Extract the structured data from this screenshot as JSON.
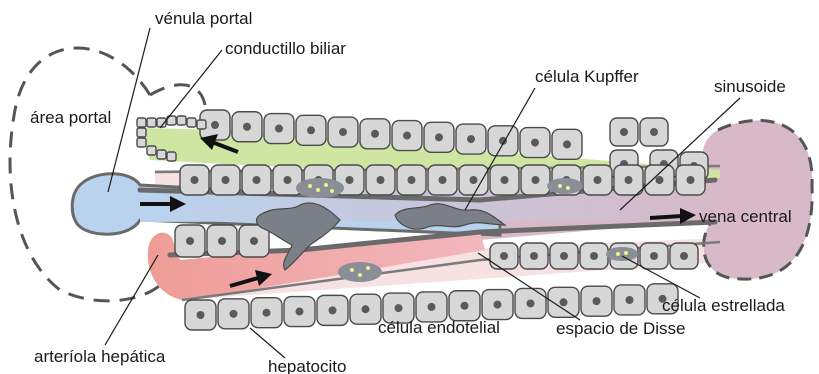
{
  "colors": {
    "portal_venule": "#b9d3ee",
    "central_vein": "#d7b9c8",
    "arteriole": "#ef9c96",
    "bile_ductule": "#cfe6a3",
    "disse_space": "#f6e1e3",
    "hepatocyte": "#d7d7d7",
    "cell_outline": "#4a4a4a",
    "nucleus": "#5a5a5a",
    "endothelium": "#6a6a6a",
    "stellate_droplets": "#f2ee8c"
  },
  "labels": {
    "venula_portal": "vénula portal",
    "conductillo_biliar": "conductillo biliar",
    "area_portal": "área portal",
    "celula_kupffer": "célula  Kupffer",
    "sinusoide": "sinusoide",
    "vena_central": "vena central",
    "celula_estrellada": "célula estrellada",
    "espacio_de_disse": "espacio de Disse",
    "celula_endotelial": "célula endotelial",
    "arteriola_hepatica": "arteríola hepática",
    "hepatocito": "hepatocito"
  },
  "icons": {
    "flow_arrow": "arrow-icon"
  }
}
